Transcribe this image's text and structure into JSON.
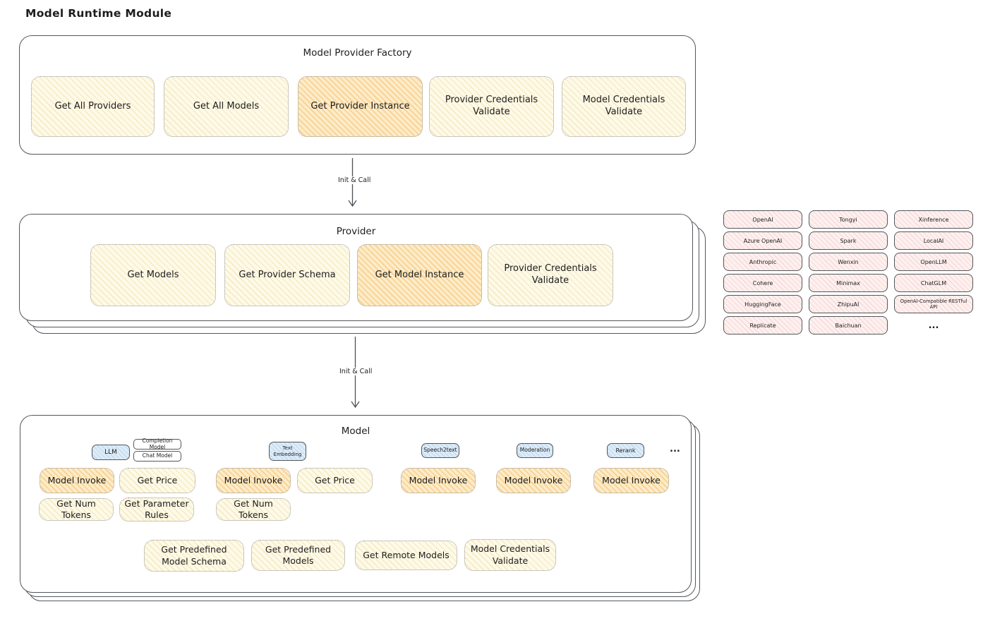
{
  "title": "Model Runtime Module",
  "factory": {
    "title": "Model Provider Factory",
    "items": [
      {
        "label": "Get All Providers",
        "variant": "light"
      },
      {
        "label": "Get All Models",
        "variant": "light"
      },
      {
        "label": "Get Provider Instance",
        "variant": "highlight"
      },
      {
        "label": "Provider Credentials Validate",
        "variant": "light"
      },
      {
        "label": "Model Credentials Validate",
        "variant": "light"
      }
    ]
  },
  "arrows": {
    "first": "Init & Call",
    "second": "Init & Call"
  },
  "provider": {
    "title": "Provider",
    "items": [
      {
        "label": "Get Models",
        "variant": "light"
      },
      {
        "label": "Get Provider Schema",
        "variant": "light"
      },
      {
        "label": "Get Model Instance",
        "variant": "highlight"
      },
      {
        "label": "Provider Credentials Validate",
        "variant": "light"
      }
    ]
  },
  "provider_list": {
    "items": [
      "OpenAI",
      "Tongyi",
      "Xinference",
      "Azure OpenAI",
      "Spark",
      "LocalAI",
      "Anthropic",
      "Wenxin",
      "OpenLLM",
      "Cohere",
      "Minimax",
      "ChatGLM",
      "HuggingFace",
      "ZhipuAI",
      "OpenAI-Compatible RESTful API",
      "Replicate",
      "Baichuan"
    ],
    "more": "..."
  },
  "model": {
    "title": "Model",
    "tags": {
      "llm": "LLM",
      "completion": "Completion Model",
      "chat": "Chat Model",
      "text_embedding": "Text Embedding",
      "speech2text": "Speech2text",
      "moderation": "Moderation",
      "rerank": "Rerank",
      "more": "..."
    },
    "ops": {
      "model_invoke": "Model Invoke",
      "get_price": "Get Price",
      "get_num_tokens": "Get Num Tokens",
      "get_parameter_rules": "Get Parameter Rules",
      "get_predefined_model_schema": "Get Predefined Model Schema",
      "get_predefined_models": "Get Predefined Models",
      "get_remote_models": "Get Remote Models",
      "model_credentials_validate": "Model Credentials Validate"
    }
  },
  "colors": {
    "panel_border": "#54575b",
    "node_light_fill": "#fefae8",
    "node_highlight_fill": "#fcecca",
    "provider_chip_fill": "#fdf1f0",
    "tag_blue_fill": "#ddecf8",
    "text": "#1d1d1d"
  }
}
